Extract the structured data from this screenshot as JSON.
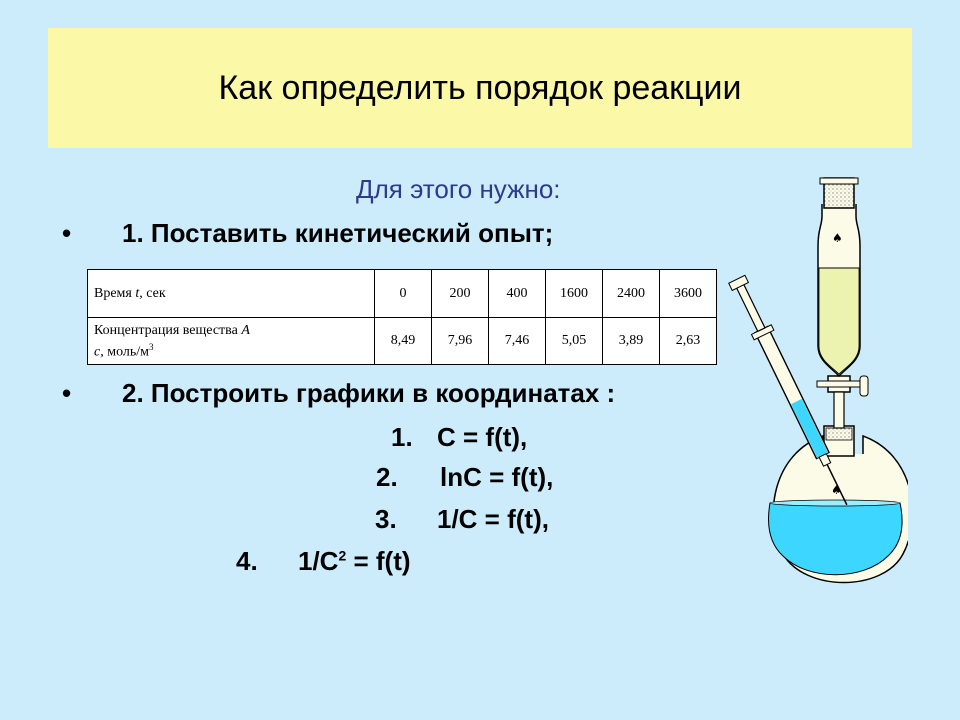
{
  "slide": {
    "title": "Как определить порядок реакции",
    "subtitle": "Для этого нужно:",
    "bullet_glyph": "•",
    "bullet1": "1. Поставить кинетический опыт;",
    "bullet2": "2. Построить графики в координатах :"
  },
  "table": {
    "row1_label_a": "Время ",
    "row1_label_var": "t",
    "row1_label_b": ", сек",
    "row2_line1_a": "Концентрация вещества ",
    "row2_line1_var": "A",
    "row2_line2_var": "c",
    "row2_line2_b": ", моль/м",
    "row2_line2_sup": "3",
    "times": [
      "0",
      "200",
      "400",
      "1600",
      "2400",
      "3600"
    ],
    "concentrations": [
      "8,49",
      "7,96",
      "7,46",
      "5,05",
      "3,89",
      "2,63"
    ]
  },
  "formulas": [
    {
      "num": "1.",
      "text": "C = f(t),"
    },
    {
      "num": "2.",
      "text": "lnC = f(t),"
    },
    {
      "num": "3.",
      "text": "1/C = f(t),"
    },
    {
      "num": "4.",
      "text_a": "1/C",
      "sup": "2",
      "text_b": " = f(t)"
    }
  ],
  "colors": {
    "background": "#ccecfc",
    "title_bg": "#fbf8a8",
    "subtitle": "#2f3a8c",
    "liquid": "#3cd6ff",
    "glass": "#fbfbe8"
  },
  "icons": {
    "apparatus": "glassware-apparatus-icon"
  }
}
